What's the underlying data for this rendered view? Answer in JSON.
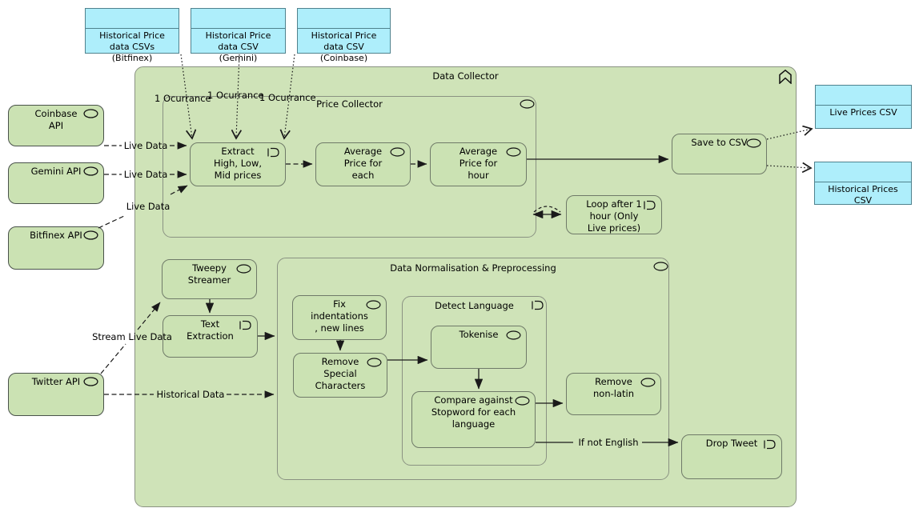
{
  "title": "Data Collector",
  "artifacts": {
    "bitfinex": "Historical Price\ndata CSVs\n(Bitfinex)",
    "gemini": "Historical Price\ndata CSV\n(Gemini)",
    "coinbase": "Historical Price\ndata CSV\n(Coinbase)",
    "live": "Live Prices CSV",
    "historical": "Historical Prices\nCSV"
  },
  "apis": {
    "coinbase": "Coinbase\nAPI",
    "gemini": "Gemini API",
    "bitfinex": "Bitfinex API",
    "twitter": "Twitter API"
  },
  "price_collector": {
    "title": "Price Collector",
    "extract": "Extract\nHigh, Low,\nMid prices",
    "avg_each": "Average\nPrice for\neach",
    "avg_hour": "Average\nPrice for\nhour",
    "loop": "Loop after 1\nhour (Only\nLive prices)",
    "save": "Save to CSV"
  },
  "twitter_flow": {
    "tweepy": "Tweepy\nStreamer",
    "text_extraction": "Text\nExtraction"
  },
  "normalisation": {
    "title": "Data Normalisation & Preprocessing",
    "fix": "Fix\nindentations\n, new lines",
    "remove_special": "Remove\nSpecial\nCharacters",
    "detect": {
      "title": "Detect Language",
      "tokenise": "Tokenise",
      "compare": "Compare against\nStopword for each\nlanguage"
    },
    "remove_nonlatin": "Remove\nnon-latin"
  },
  "drop_tweet": "Drop Tweet",
  "edge_labels": {
    "occurrence_1": "1 Ocurrance",
    "occurrence_2": "1 Ocurrance",
    "occurrence_3": "1 Ocurrance",
    "live_data_coinbase": "Live Data",
    "live_data_gemini": "Live Data",
    "live_data_bitfinex": "Live Data",
    "stream_live_data": "Stream Live Data",
    "historical_data": "Historical Data",
    "if_not_english": "If not English"
  },
  "colors": {
    "node_fill": "#cbe2b3",
    "container_fill": "#cfe3b8",
    "node_border": "#6f7a68",
    "api_border": "#49524a",
    "container_border": "#8a9282",
    "artifact_fill": "#aeeefb",
    "artifact_border": "#4f828e",
    "line": "#1a1a1a"
  }
}
